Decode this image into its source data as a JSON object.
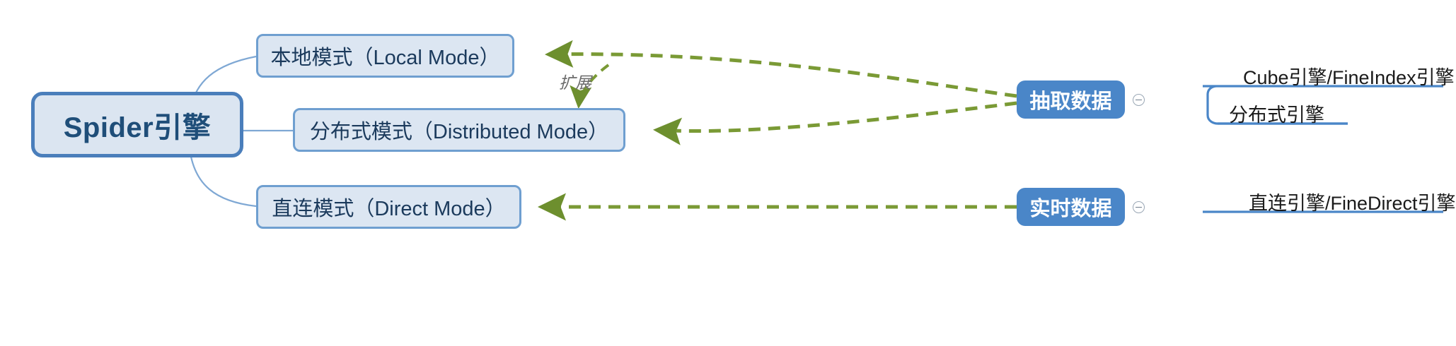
{
  "diagram": {
    "type": "mind-map",
    "title": "Spider引擎",
    "root": {
      "label": "Spider引擎"
    },
    "branches": [
      {
        "id": "local",
        "label": "本地模式（Local Mode）"
      },
      {
        "id": "distributed",
        "label": "分布式模式（Distributed Mode）"
      },
      {
        "id": "direct",
        "label": "直连模式（Direct Mode）"
      }
    ],
    "right_nodes": [
      {
        "id": "extract",
        "label": "抽取数据"
      },
      {
        "id": "realtime",
        "label": "实时数据"
      }
    ],
    "leaves": [
      {
        "id": "cube",
        "label": "Cube引擎/FineIndex引擎"
      },
      {
        "id": "distributed-engine",
        "label": "分布式引擎"
      },
      {
        "id": "direct-engine",
        "label": "直连引擎/FineDirect引擎"
      }
    ],
    "annotations": [
      {
        "id": "extend",
        "label": "扩展"
      }
    ],
    "icons": [
      {
        "name": "collapse-circle-icon",
        "glyph": "minus-in-circle"
      },
      {
        "name": "collapse-circle-icon",
        "glyph": "minus-in-circle"
      }
    ],
    "colors": {
      "root_fill": "#dbe5f1",
      "root_border": "#4a7ebb",
      "root_text": "#1f4e79",
      "mode_fill": "#dce6f2",
      "mode_border": "#6f9fd0",
      "mode_text": "#1b3a5c",
      "blue_node_fill": "#4a86c8",
      "blue_node_text": "#ffffff",
      "dashed_arrow": "#7a9a35",
      "connector": "#7fa8d4",
      "leaf_underline": "#4a86c8",
      "annotation_text": "#6b6b6b",
      "background": "#ffffff"
    }
  }
}
